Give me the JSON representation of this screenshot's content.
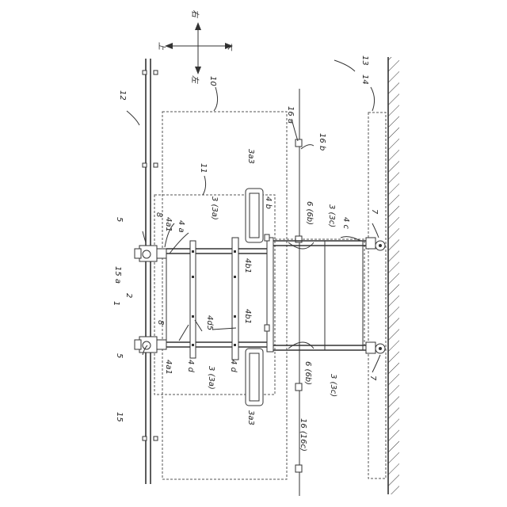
{
  "compass": {
    "top": "右",
    "bottom": "左",
    "left": "上",
    "right": "下"
  },
  "labels": {
    "l12": "12",
    "l10": "10",
    "l11": "11",
    "l13": "13",
    "l14": "14",
    "l16a": "16 a",
    "l16b": "16 b",
    "l3a3_top": "3a3",
    "l3a3_bot": "3a3",
    "l4b": "4 b",
    "l6_6b_top": "6 (6b)",
    "l3_3c_top": "3 (3c)",
    "l4c": "4 c",
    "l7_top": "7",
    "l7_bot": "7",
    "l3_3a_top": "3 (3a)",
    "l8_top": "8",
    "l8_bot": "8",
    "l4a1_top": "4a1",
    "l4a1_bot": "4a1",
    "l4a": "4 a",
    "l5_top": "5",
    "l5_bot": "5",
    "l15a": "15 a",
    "l1": "1",
    "l2": "2",
    "l4b1_top": "4b1",
    "l4b1_bot": "4b1",
    "l4d5": "4d5",
    "l4d_1": "4 d",
    "l4d_2": "4 d",
    "l3_3a_bot": "3 (3a)",
    "l6_6b_bot": "6 (6b)",
    "l3_3c_bot": "3 (3c)",
    "l15": "15",
    "l16_16c": "16 (16c)"
  }
}
